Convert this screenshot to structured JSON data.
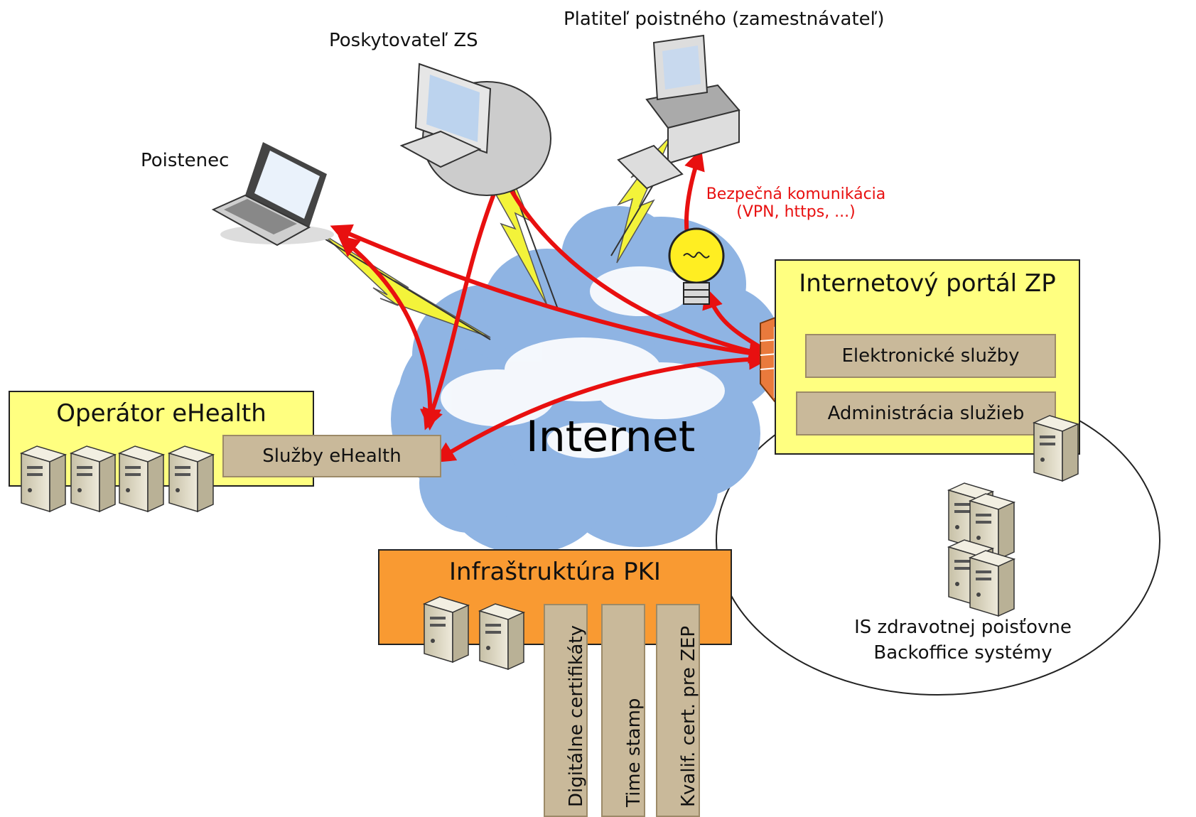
{
  "nodes": {
    "poistenec": "Poistenec",
    "poskytovatel": "Poskytovateľ ZS",
    "platitel": "Platiteľ poistného (zamestnávateľ)"
  },
  "secure_comm": {
    "line1": "Bezpečná komunikácia",
    "line2": "(VPN, https, ...)"
  },
  "internet_label": "Internet",
  "portal": {
    "title": "Internetový portál ZP",
    "services": [
      "Elektronické služby",
      "Administrácia služieb"
    ]
  },
  "ehealth": {
    "title": "Operátor eHealth",
    "service": "Služby eHealth"
  },
  "pki": {
    "title": "Infraštruktúra PKI",
    "columns": [
      "Digitálne certifikáty",
      "Time stamp",
      "Kvalif. cert. pre ZEP"
    ]
  },
  "backoffice": {
    "line1": "IS zdravotnej poisťovne",
    "line2": "Backoffice systémy"
  },
  "colors": {
    "arrow": "#e81010",
    "cloud": "#8fb4e3",
    "portal_fill": "#ffff80",
    "pki_fill": "#f99a32",
    "service_fill": "#c9b99a",
    "lightning": "#f3f33a",
    "secure_text": "#e81010"
  }
}
